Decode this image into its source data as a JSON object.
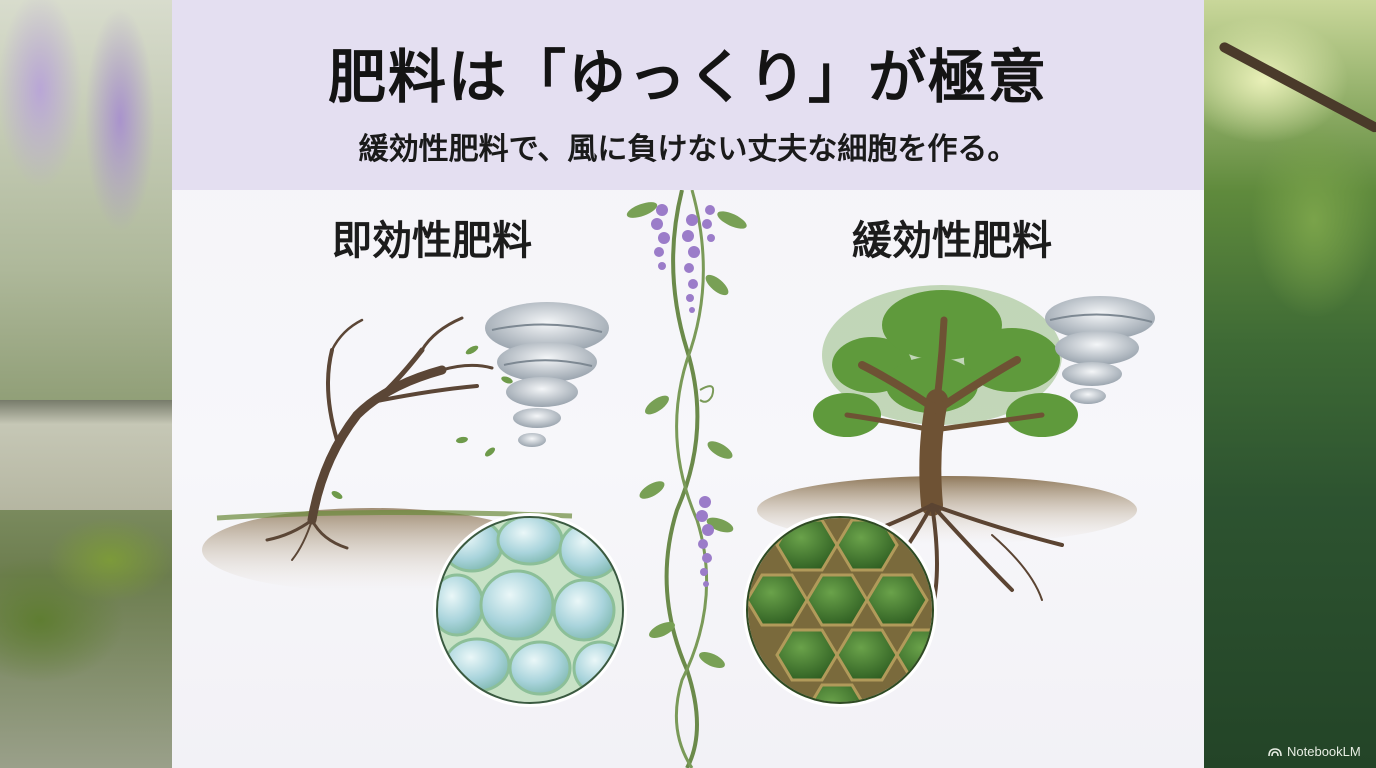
{
  "slide": {
    "title": "肥料は「ゆっくり」が極意",
    "subtitle": "緩効性肥料で、風に負けない丈夫な細胞を作る。",
    "left_label": "即効性肥料",
    "right_label": "緩効性肥料"
  },
  "watermark": {
    "text": "NotebookLM"
  },
  "colors": {
    "header_bg": "#e4dff1",
    "weak_cell": "#a9d4dc",
    "strong_cell": "#3f7a2e",
    "wisteria": "#9b7cc9"
  }
}
